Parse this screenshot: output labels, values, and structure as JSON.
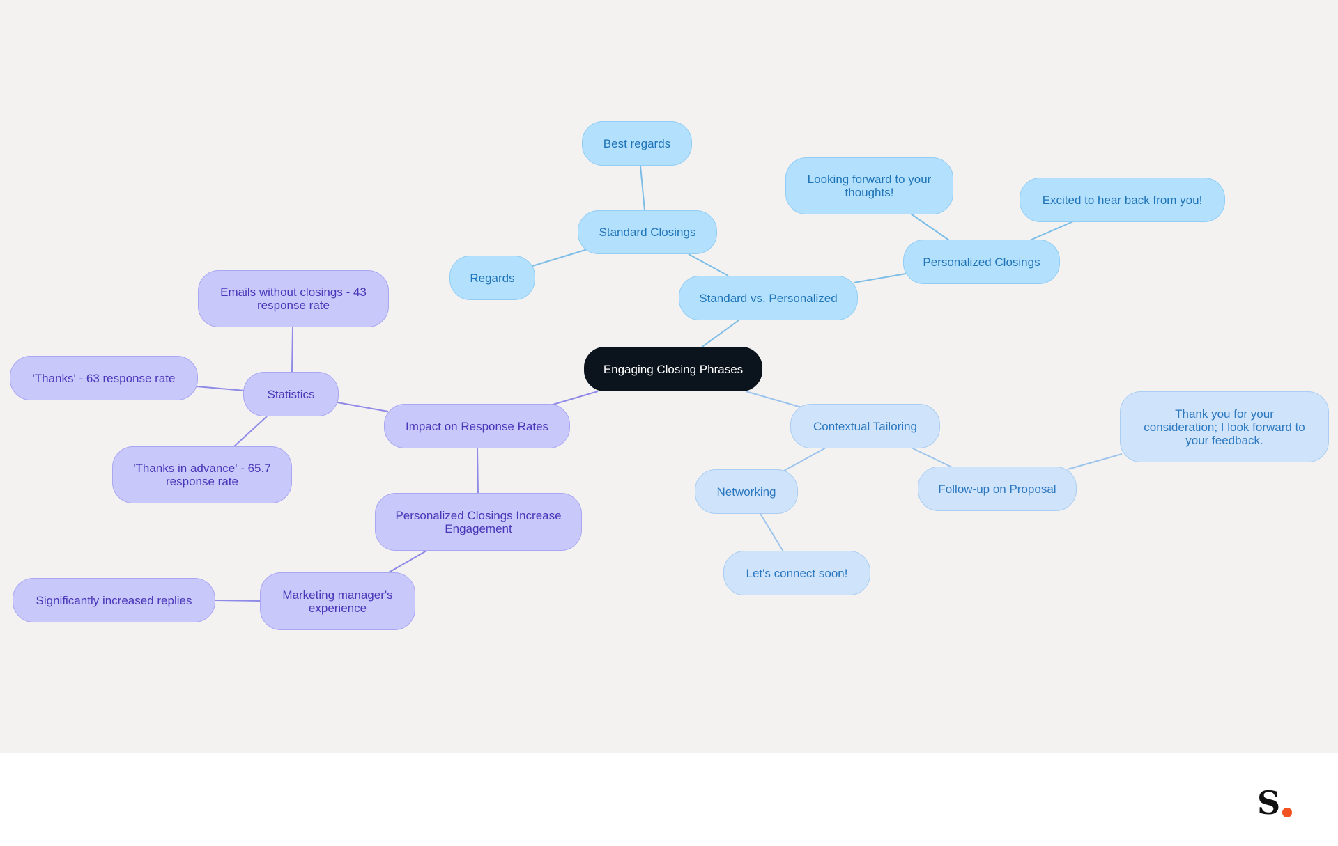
{
  "mindmap": {
    "root": "Engaging Closing Phrases",
    "standard_vs_personalized": {
      "label": "Standard vs. Personalized",
      "standard_closings": {
        "label": "Standard Closings",
        "best_regards": "Best regards",
        "regards": "Regards"
      },
      "personalized_closings": {
        "label": "Personalized Closings",
        "looking_forward": "Looking forward to your thoughts!",
        "excited": "Excited to hear back from you!"
      }
    },
    "contextual_tailoring": {
      "label": "Contextual Tailoring",
      "networking": {
        "label": "Networking",
        "lets_connect": "Let's connect soon!"
      },
      "follow_up": {
        "label": "Follow-up on Proposal",
        "thank_you": "Thank you for your consideration; I look forward to your feedback."
      }
    },
    "impact": {
      "label": "Impact on Response Rates",
      "statistics": {
        "label": "Statistics",
        "no_closings": "Emails without closings - 43 response rate",
        "thanks": "'Thanks' - 63 response rate",
        "thanks_in_advance": "'Thanks in advance' - 65.7 response rate"
      },
      "personalized_increase": {
        "label": "Personalized Closings Increase Engagement",
        "marketing_manager": {
          "label": "Marketing manager's experience",
          "increased_replies": "Significantly increased replies"
        }
      }
    }
  },
  "colors": {
    "background": "#f3f2f1",
    "root": "#0b131c",
    "blue_branch": "#b3e0fd",
    "light_branch": "#cfe3fb",
    "purple_branch": "#c8c8fb",
    "logo_dot": "#f2521f"
  },
  "logo": {
    "letter": "S"
  }
}
